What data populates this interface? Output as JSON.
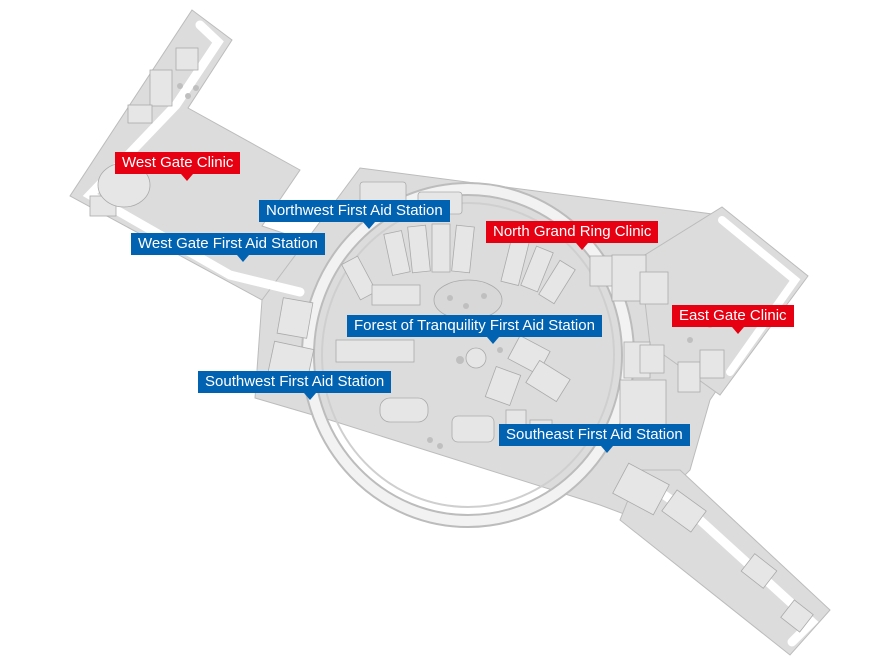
{
  "colors": {
    "clinic": "#e60012",
    "first_aid": "#0062b1",
    "ground": "#d9d9d9",
    "building": "#e2e2e2",
    "outline": "#b3b3b3"
  },
  "markers": {
    "west_gate_clinic": "West Gate Clinic",
    "northwest_first_aid": "Northwest First Aid Station",
    "north_grand_ring_clinic": "North Grand Ring Clinic",
    "west_gate_first_aid": "West Gate First Aid Station",
    "east_gate_clinic": "East Gate Clinic",
    "forest_of_tranquility_first_aid": "Forest of Tranquility First Aid Station",
    "southwest_first_aid": "Southwest First Aid Station",
    "southeast_first_aid": "Southeast First Aid Station"
  }
}
